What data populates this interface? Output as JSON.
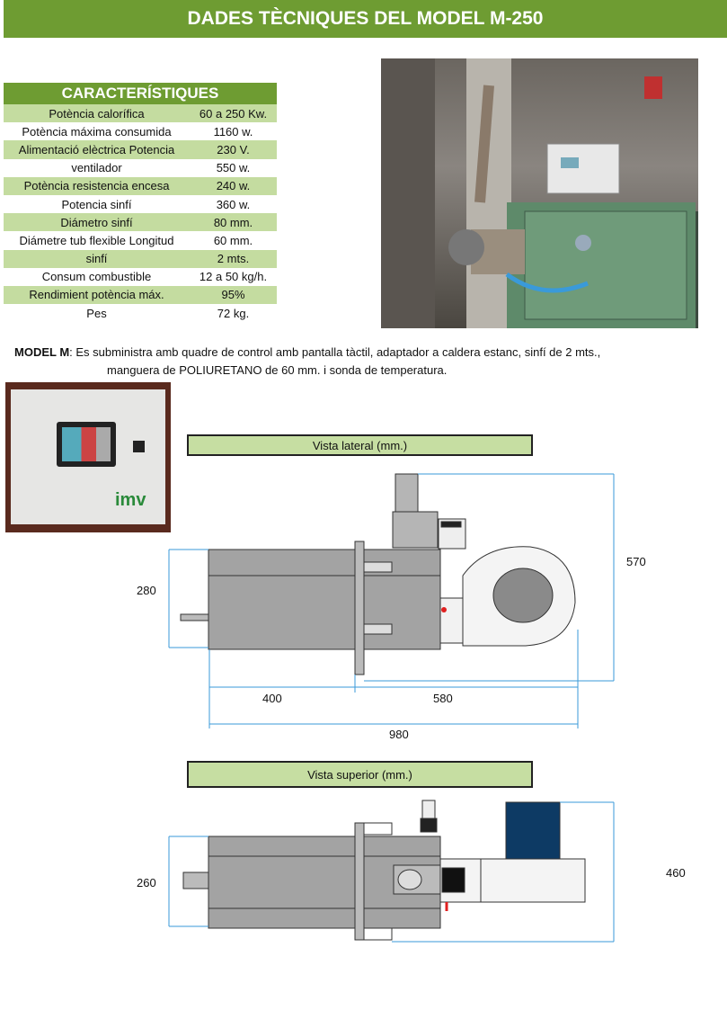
{
  "title": "DADES TÈCNIQUES DEL MODEL  M-250",
  "table": {
    "header": "CARACTERÍSTIQUES",
    "rows": [
      {
        "label": "Potència calorífica",
        "value": "60 a 250 Kw."
      },
      {
        "label": "Potència máxima consumida",
        "value": "1160 w."
      },
      {
        "label": "Alimentació elèctrica Potencia",
        "value": "230 V."
      },
      {
        "label": "ventilador",
        "value": "550 w."
      },
      {
        "label": "Potència resistencia encesa",
        "value": "240 w."
      },
      {
        "label": "Potencia sinfí",
        "value": "360 w."
      },
      {
        "label": "Diámetro sinfí",
        "value": "80 mm."
      },
      {
        "label": "Diámetre tub flexible Longitud",
        "value": "60 mm."
      },
      {
        "label": "sinfí",
        "value": "2 mts."
      },
      {
        "label": "Consum combustible",
        "value": "12 a 50 kg/h."
      },
      {
        "label": "Rendimient potència máx.",
        "value": "95%"
      },
      {
        "label": "Pes",
        "value": "72 kg."
      }
    ]
  },
  "description": {
    "bold": "MODEL M",
    "line1": ": Es subministra amb quadre de control amb pantalla tàctil, adaptador a caldera estanc, sinfí de 2 mts.,",
    "line2": "manguera de POLIURETANO de 60 mm.  i sonda de temperatura."
  },
  "control_panel_logo": "imv",
  "side_view": {
    "title": "Vista lateral (mm.)",
    "dims": {
      "height_body": "280",
      "height_total": "570",
      "len_front": "400",
      "len_rear": "580",
      "len_total": "980"
    }
  },
  "top_view": {
    "title": "Vista superior (mm.)",
    "dims": {
      "width_body": "260",
      "width_total": "460"
    }
  },
  "colors": {
    "brand_green": "#6e9c32",
    "light_green": "#c4dca0",
    "dimension_blue": "#3a9ad9"
  }
}
